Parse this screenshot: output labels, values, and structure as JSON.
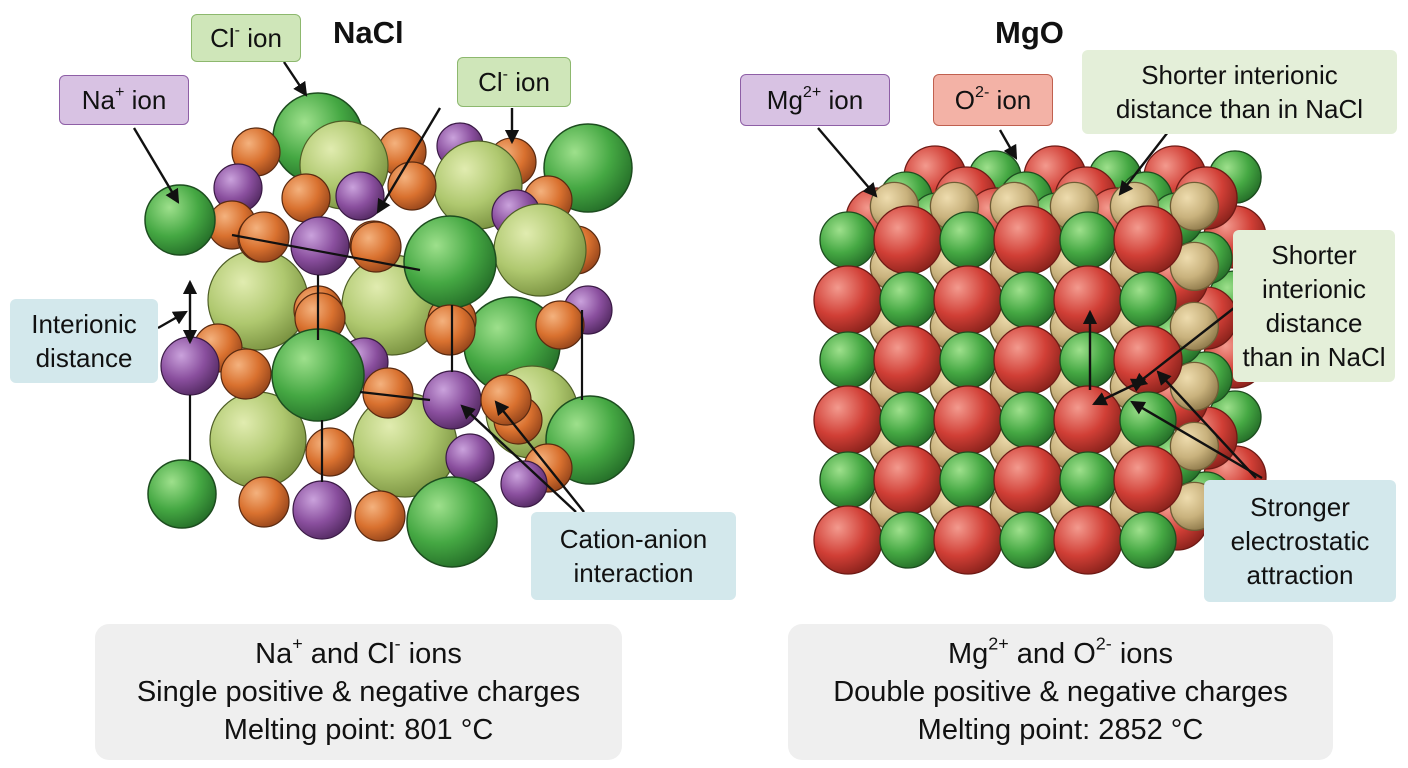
{
  "colors": {
    "cl_ion": "#3f9e3c",
    "cl_ion_light": "#a8c46a",
    "na_ion": "#8a4f9e",
    "lattice_orange": "#d9712f",
    "mg_ion": "#3f9e3c",
    "o_ion": "#d13f36",
    "interstitial_tan": "#c9b27d",
    "green_label_bg": "#cfe6b9",
    "purple_label_bg": "#d8c2e3",
    "red_label_bg": "#f3b2a6",
    "blue_label_bg": "#d3e8ec",
    "summary_bg": "#efefef"
  },
  "nacl": {
    "title": "NaCl",
    "labels": {
      "cl_ion_top": {
        "base": "Cl",
        "sup": "-",
        "suffix": " ion"
      },
      "cl_ion_right": {
        "base": "Cl",
        "sup": "-",
        "suffix": " ion"
      },
      "na_ion": {
        "base": "Na",
        "sup": "+",
        "suffix": " ion"
      },
      "interionic": [
        "Interionic",
        "distance"
      ],
      "cation_anion": [
        "Cation-anion",
        "interaction"
      ]
    },
    "summary": {
      "line1": {
        "a": "Na",
        "a_sup": "+",
        "mid": " and Cl",
        "b_sup": "-",
        "end": " ions"
      },
      "line2": "Single positive & negative charges",
      "line3": "Melting point: 801 °C"
    }
  },
  "mgo": {
    "title": "MgO",
    "labels": {
      "mg_ion": {
        "base": "Mg",
        "sup": "2+",
        "suffix": " ion"
      },
      "o_ion": {
        "base": "O",
        "sup": "2-",
        "suffix": " ion"
      },
      "shorter_top": [
        "Shorter interionic",
        "distance than in NaCl"
      ],
      "shorter_right": [
        "Shorter",
        "interionic",
        "distance",
        "than in NaCl"
      ],
      "stronger": [
        "Stronger",
        "electrostatic",
        "attraction"
      ]
    },
    "summary": {
      "line1": {
        "a": "Mg",
        "a_sup": "2+",
        "mid": " and O",
        "b_sup": "2-",
        "end": " ions"
      },
      "line2": "Double positive & negative charges",
      "line3": "Melting point: 2852 °C"
    }
  }
}
